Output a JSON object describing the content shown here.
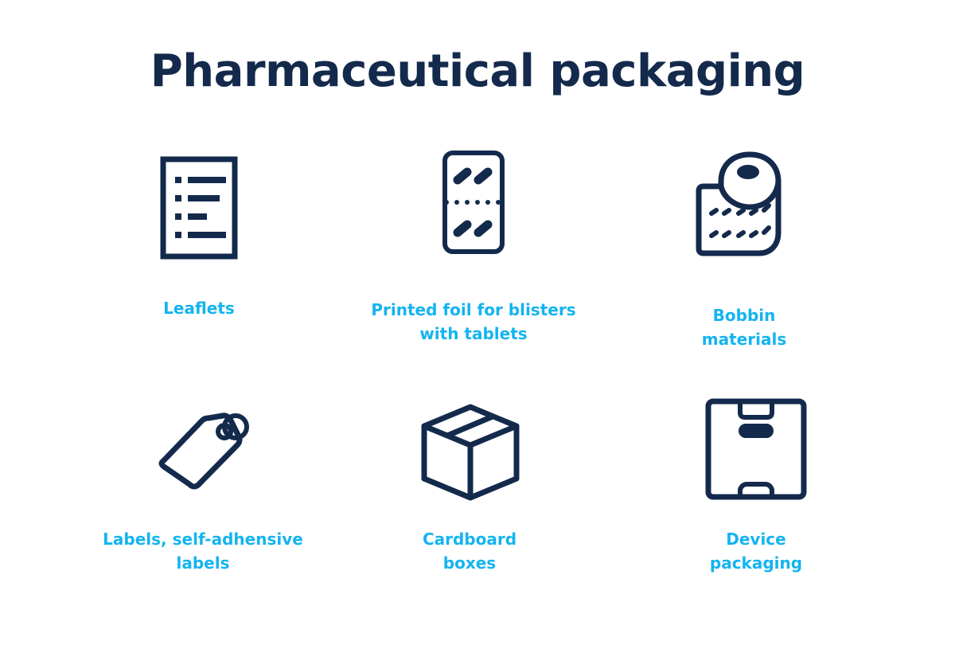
{
  "title": "Pharmaceutical packaging",
  "colors": {
    "title": "#142a4c",
    "icon": "#142a4c",
    "label": "#14b4f0",
    "background": "#ffffff"
  },
  "items": [
    {
      "icon": "leaflet-icon",
      "label": "Leaflets"
    },
    {
      "icon": "blister-pack-icon",
      "label": "Printed foil for blisters\nwith tablets"
    },
    {
      "icon": "bobbin-roll-icon",
      "label": "Bobbin\nmaterials"
    },
    {
      "icon": "tag-label-icon",
      "label": "Labels, self-adhensive\nlabels"
    },
    {
      "icon": "cardboard-box-icon",
      "label": "Cardboard\nboxes"
    },
    {
      "icon": "device-package-icon",
      "label": "Device\npackaging"
    }
  ]
}
